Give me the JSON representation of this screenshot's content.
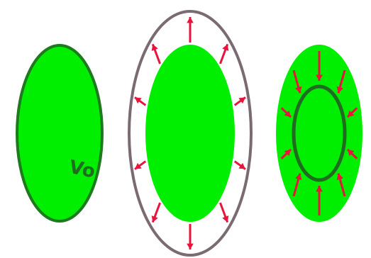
{
  "colors": {
    "cell_fill": "#00ee00",
    "cell_outline": "#1f7a1f",
    "wall_outline": "#7a6b72",
    "arrow_color": "#e8143c",
    "inner_membrane": "#1f6b1f",
    "label_color": "#1f6b1f",
    "background": "#ffffff"
  },
  "panels": [
    {
      "id": "left",
      "label": "Vo",
      "description_icon": "green-cell"
    },
    {
      "id": "middle",
      "label": "",
      "description_icon": "swollen-cell-with-outward-arrows",
      "arrow_count": 10,
      "arrow_direction": "outward"
    },
    {
      "id": "right",
      "label": "",
      "description_icon": "shrunken-cell-with-inward-arrows",
      "arrow_count": 10,
      "arrow_direction": "inward"
    }
  ]
}
